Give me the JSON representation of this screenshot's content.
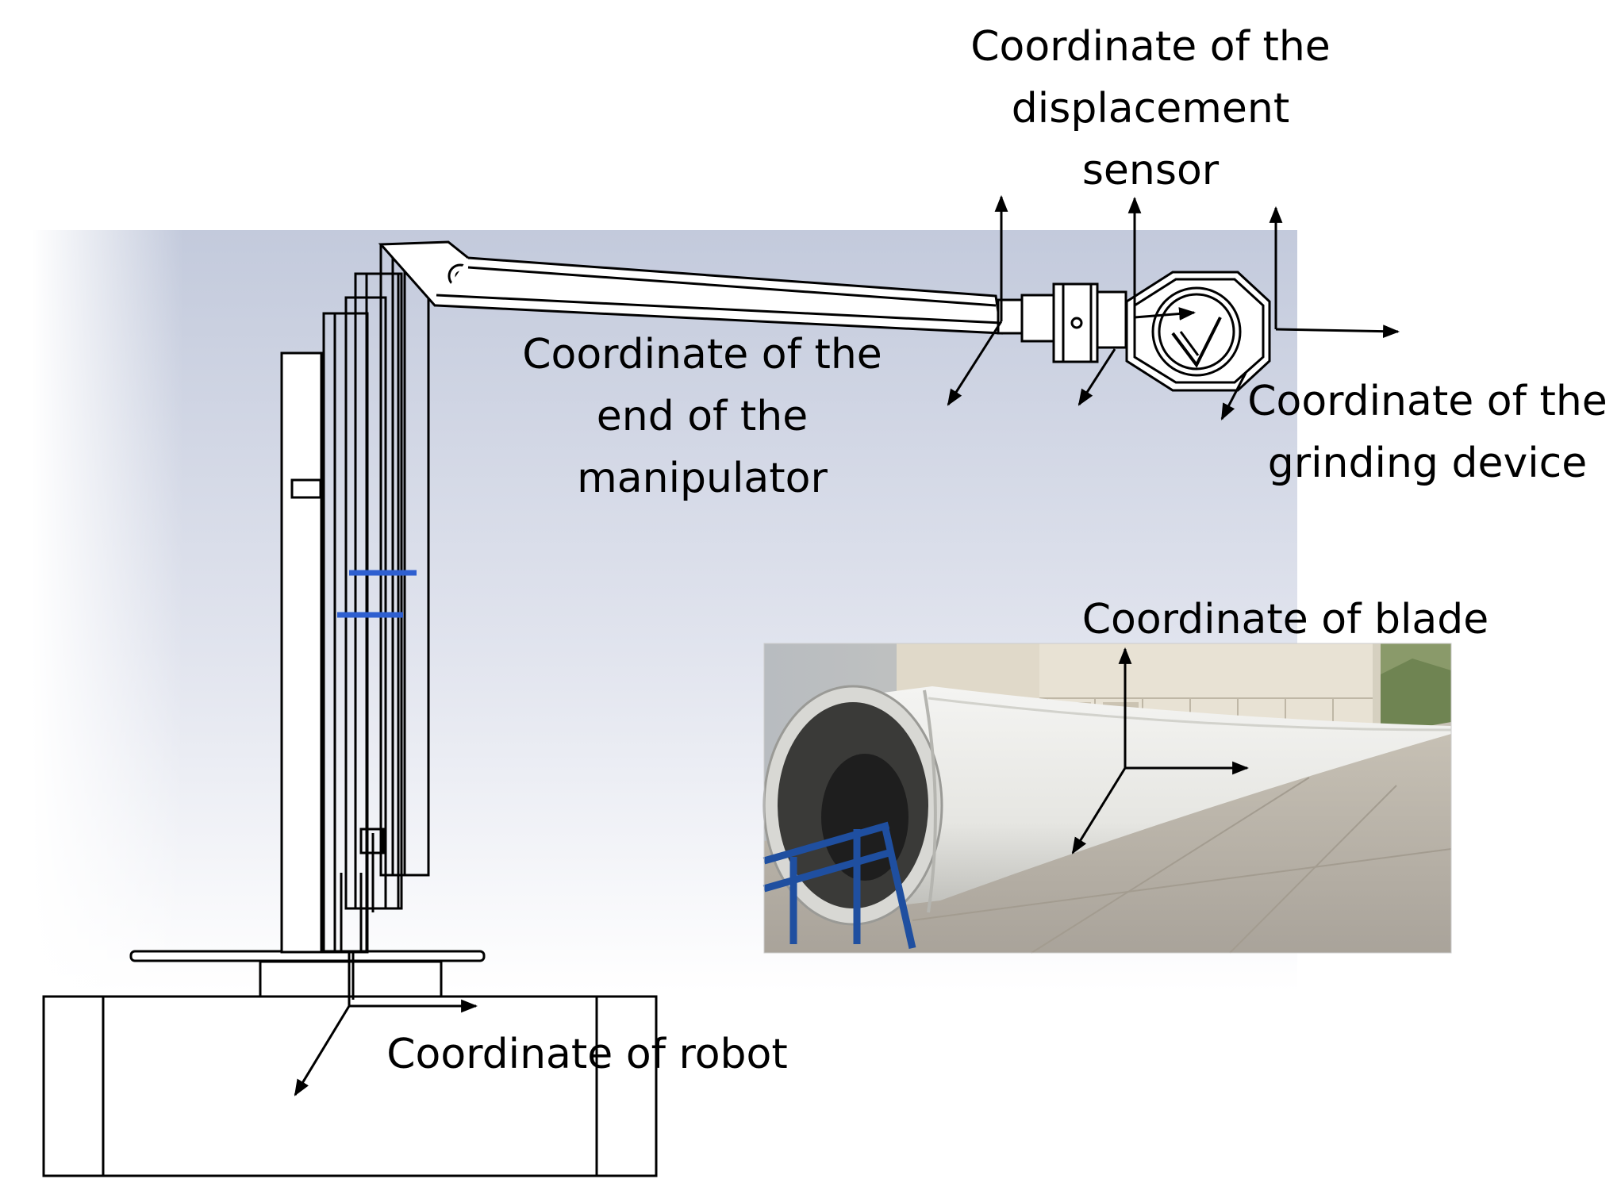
{
  "colors": {
    "line": "#000000",
    "background_gradient_start": "#c9cfe0",
    "background_gradient_end": "#ffffff",
    "accent_band": "#2e5fd0",
    "blade_white": "#eeeeec",
    "ground": "#b9b4aa",
    "building": "#ddd6c6",
    "frame_blue": "#1f4fa0"
  },
  "labels": {
    "sensor": [
      "Coordinate of the",
      "displacement",
      "sensor"
    ],
    "end": [
      "Coordinate of the",
      "end of the",
      "manipulator"
    ],
    "grinding": [
      "Coordinate of the",
      "grinding device"
    ],
    "blade": "Coordinate of blade",
    "robot": "Coordinate of robot"
  }
}
